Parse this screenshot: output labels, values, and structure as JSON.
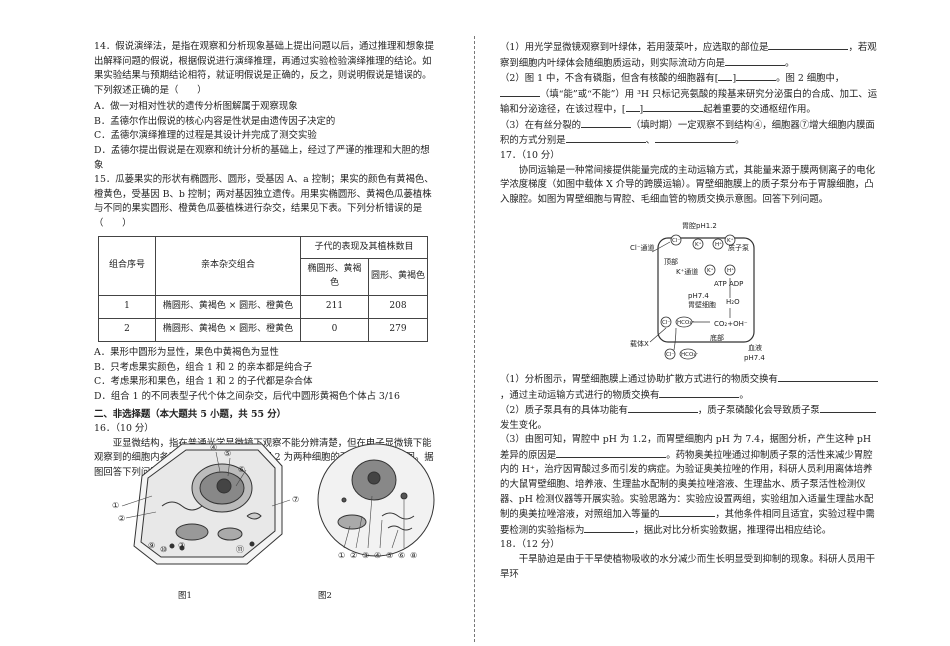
{
  "left": {
    "q14": {
      "stem": "14．假说演绎法，是指在观察和分析现象基础上提出问题以后，通过推理和想象提出解释问题的假说，根据假说进行演绎推理，再通过实验检验演绎推理的结论。如果实验结果与预期结论相符，就证明假说是正确的，反之，则说明假说是错误的。下列叙述正确的是（　　）",
      "options": [
        "A．做一对相对性状的遗传分析图解属于观察现象",
        "B．孟德尔作出假说的核心内容是性状是由遗传因子决定的",
        "C．孟德尔演绎推理的过程是其设计并完成了测交实验",
        "D．孟德尔提出假说是在观察和统计分析的基础上，经过了严谨的推理和大胆的想象"
      ]
    },
    "q15": {
      "stem": "15．瓜蒌果实的形状有椭圆形、圆形，受基因 A、a 控制；果实的颜色有黄褐色、橙黄色，受基因 B、b 控制；两对基因独立遗传。用果实椭圆形、黄褐色瓜蒌植株与不同的果实圆形、橙黄色瓜蒌植株进行杂交，结果见下表。下列分析错误的是（　　）",
      "table": {
        "h_group": "组合序号",
        "h_cross": "亲本杂交组合",
        "h_offspring": "子代的表现及其植株数目",
        "h_c1": "椭圆形、黄褐色",
        "h_c2": "圆形、黄褐色",
        "rows": [
          {
            "id": "1",
            "cross": "椭圆形、黄褐色 × 圆形、橙黄色",
            "v1": "211",
            "v2": "208"
          },
          {
            "id": "2",
            "cross": "椭圆形、黄褐色 × 圆形、橙黄色",
            "v1": "0",
            "v2": "279"
          }
        ]
      },
      "options": [
        "A．果形中圆形为显性，果色中黄褐色为显性",
        "B．只考虑果实颜色，组合 1 和 2 的亲本都是纯合子",
        "C．考虑果形和果色，组合 1 和 2 的子代都是杂合体",
        "D．组合 1 的不同表型子代个体之间杂交，后代中圆形黄褐色个体占 3/16"
      ]
    },
    "section2": "二、非选择题（本大题共 5 小题，共 55 分）",
    "q16": {
      "head": "16．（10 分）",
      "intro": "亚显微结构，指在普通光学显微镜下观察不能分辨清楚，但在电子显微镜下能观察到的细胞内各种微细结构。如图 1、图 2 为两种细胞的亚显微结构模式图。据图回答下列问题。",
      "fig1_caption": "图1",
      "fig2_caption": "图2",
      "fig1_labels": [
        "①",
        "②",
        "③",
        "④",
        "⑤",
        "⑥",
        "⑦",
        "⑨",
        "⑩",
        "⑪"
      ],
      "fig2_labels": [
        "①",
        "②",
        "③",
        "④",
        "⑤",
        "⑥",
        "⑧"
      ]
    }
  },
  "right": {
    "q16_sub": {
      "s1a": "（1）用光学显微镜观察到叶绿体，若用菠菜叶，应选取的部位是",
      "s1b": "，若观察到细胞内叶绿体会随细胞质运动，则实际流动方向是",
      "s1c": "。",
      "s2a": "（2）图 1 中，不含有磷脂，但含有核酸的细胞器有[",
      "s2b": "]",
      "s2c": "。图 2 细胞中，",
      "s2d": "（填“能”或“不能”）用 ³H 只标记亮氨酸的羧基来研究分泌蛋白的合成、加工、运输和分泌途径，在该过程中，[",
      "s2e": "]",
      "s2f": "起着重要的交通枢纽作用。",
      "s3a": "（3）在有丝分裂的",
      "s3b": "（填时期）一定观察不到结构④，细胞器⑦增大细胞内膜面积的方式分别是",
      "s3c": "、",
      "s3d": "。"
    },
    "q17": {
      "head": "17．（10 分）",
      "intro": "协同运输是一种常间接提供能量完成的主动运输方式，其能量来源于膜两侧离子的电化学浓度梯度（如图中载体 X 介导的跨膜运输）。胃壁细胞膜上的质子泵分布于胃腺细胞，凸入腺腔。如图为胃壁细胞与胃腔、毛细血管的物质交换示意图。回答下列问题。",
      "diagram": {
        "lumen_ph": "胃腔pH1.2",
        "cl_channel": "Cl⁻通道",
        "apical": "顶部",
        "k_channel": "K⁺通道",
        "pump": "质子泵",
        "atp": "ATP ADP",
        "cell_ph": "pH7.4",
        "cell": "胃壁细胞",
        "water": "H₂O",
        "co2": "CO₂+OH⁻",
        "basal": "底部",
        "carrier": "载体X",
        "blood": "血液",
        "blood_ph": "pH7.4",
        "ions": [
          "Cl⁻",
          "K⁺",
          "H⁺",
          "HCO₃⁻"
        ]
      },
      "s1a": "（1）分析图示，胃壁细胞膜上通过协助扩散方式进行的物质交换有",
      "s1b": "，通过主动运输方式进行的物质交换有",
      "s1c": "。",
      "s2a": "（2）质子泵具有的具体功能有",
      "s2b": "，质子泵磷酸化会导致质子泵",
      "s2c": "发生变化。",
      "s3a": "（3）由图可知，胃腔中 pH 为 1.2，而胃壁细胞内 pH 为 7.4，据图分析，产生这种 pH 差异的原因是",
      "s3b": "。药物奥美拉唑通过抑制质子泵的活性来减少胃腔内的 H⁺，治疗因胃酸过多而引发的病症。为验证奥美拉唑的作用，科研人员利用离体培养的大鼠胃壁细胞、培养液、生理盐水配制的奥美拉唑溶液、生理盐水、质子泵活性检测仪器、pH 检测仪器等开展实验。实验思路为：实验应设置两组，实验组加入适量生理盐水配制的奥美拉唑溶液，对照组加入等量的",
      "s3c": "，其他条件相同且适宜，实验过程中需要检测的实验指标为",
      "s3d": "，据此对比分析实验数据，推理得出相应结论。"
    },
    "q18": {
      "head": "18．（12 分）",
      "intro": "干旱胁迫是由于干旱使植物吸收的水分减少而生长明显受到抑制的现象。科研人员用干旱环"
    }
  }
}
